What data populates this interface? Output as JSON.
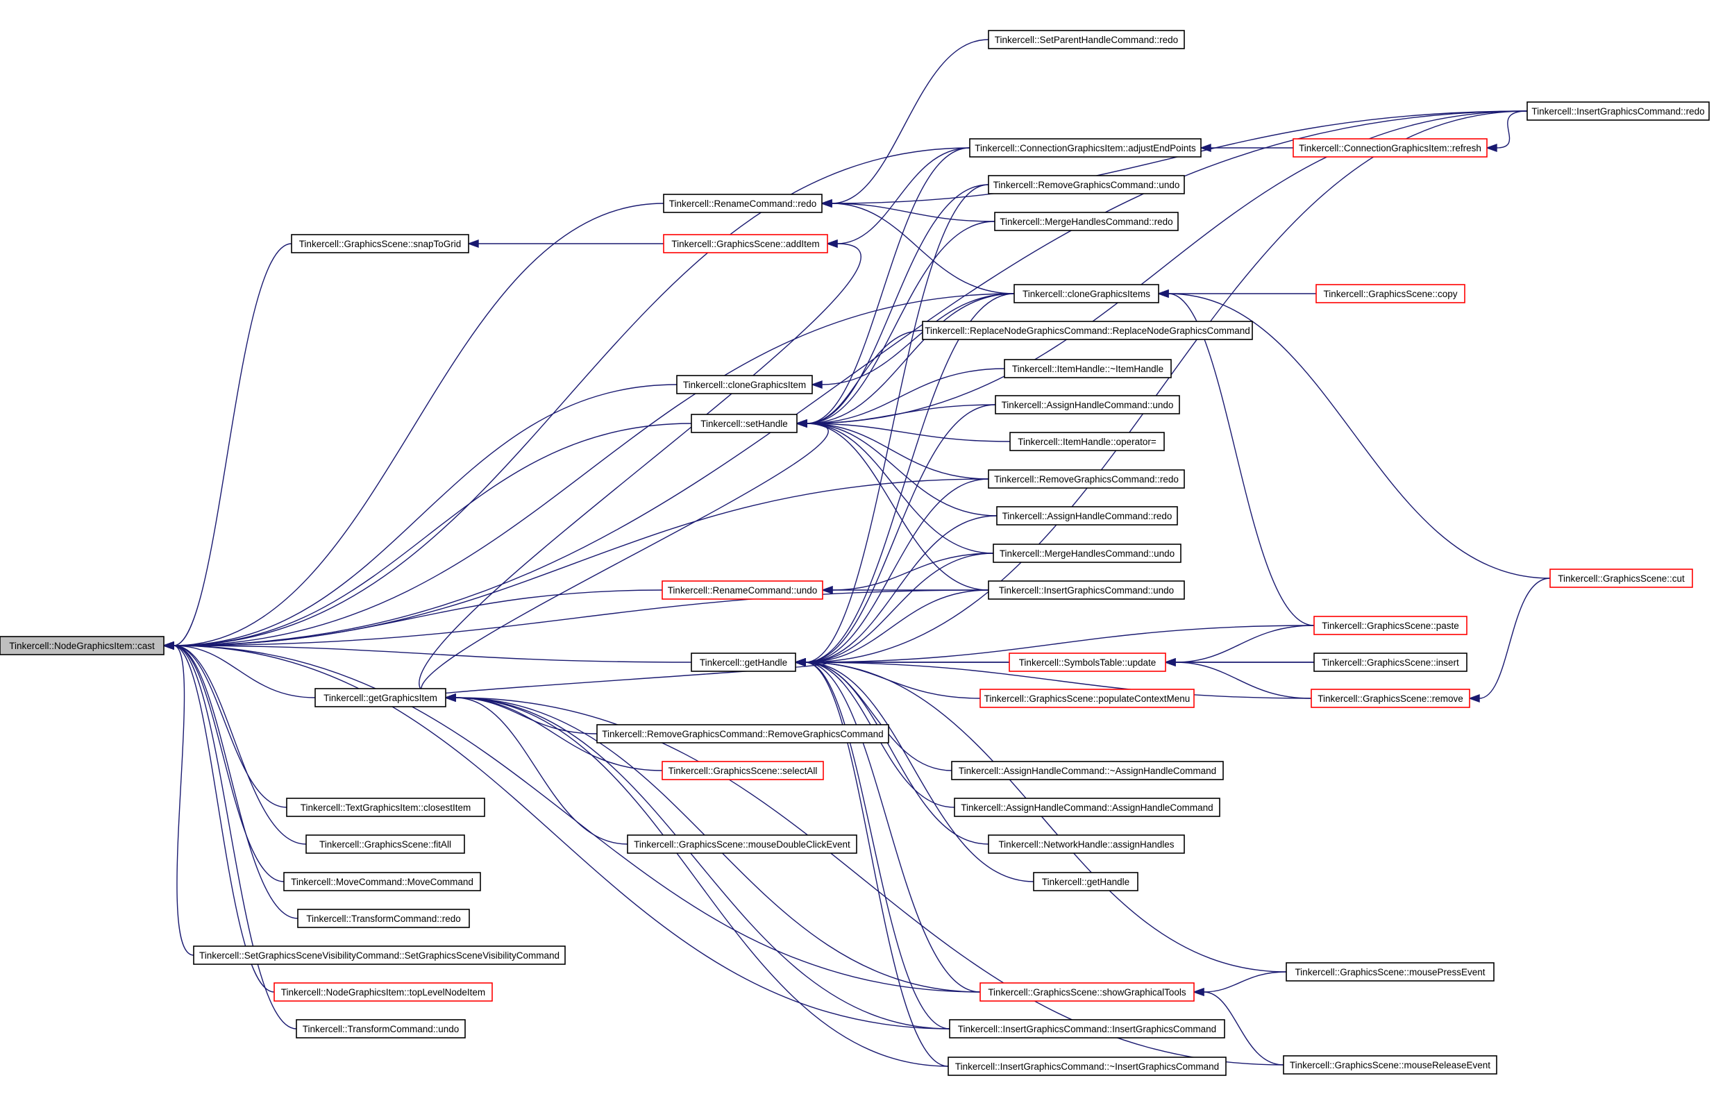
{
  "colors": {
    "edge": "#191970",
    "node_border_black": "#000000",
    "node_border_red": "#ff0000",
    "root_fill": "#bfbfbf",
    "node_fill": "#ffffff"
  },
  "nodes": [
    {
      "id": "cast",
      "label": "Tinkercell::NodeGraphicsItem::cast",
      "border": "black",
      "root": true
    },
    {
      "id": "snapToGrid",
      "label": "Tinkercell::GraphicsScene::snapToGrid",
      "border": "black"
    },
    {
      "id": "renameRedo",
      "label": "Tinkercell::RenameCommand::redo",
      "border": "black"
    },
    {
      "id": "addItem",
      "label": "Tinkercell::GraphicsScene::addItem",
      "border": "red"
    },
    {
      "id": "cloneGraphicsItem",
      "label": "Tinkercell::cloneGraphicsItem",
      "border": "black"
    },
    {
      "id": "setHandle",
      "label": "Tinkercell::setHandle",
      "border": "black"
    },
    {
      "id": "renameUndo",
      "label": "Tinkercell::RenameCommand::undo",
      "border": "red"
    },
    {
      "id": "getHandle",
      "label": "Tinkercell::getHandle",
      "border": "black"
    },
    {
      "id": "getGraphicsItem",
      "label": "Tinkercell::getGraphicsItem",
      "border": "black"
    },
    {
      "id": "removeGfxCtor",
      "label": "Tinkercell::RemoveGraphicsCommand::RemoveGraphicsCommand",
      "border": "black"
    },
    {
      "id": "selectAll",
      "label": "Tinkercell::GraphicsScene::selectAll",
      "border": "red"
    },
    {
      "id": "mouseDblClick",
      "label": "Tinkercell::GraphicsScene::mouseDoubleClickEvent",
      "border": "black"
    },
    {
      "id": "closestItem",
      "label": "Tinkercell::TextGraphicsItem::closestItem",
      "border": "black"
    },
    {
      "id": "fitAll",
      "label": "Tinkercell::GraphicsScene::fitAll",
      "border": "black"
    },
    {
      "id": "moveCtor",
      "label": "Tinkercell::MoveCommand::MoveCommand",
      "border": "black"
    },
    {
      "id": "transformRedo",
      "label": "Tinkercell::TransformCommand::redo",
      "border": "black"
    },
    {
      "id": "setVisCtor",
      "label": "Tinkercell::SetGraphicsSceneVisibilityCommand::SetGraphicsSceneVisibilityCommand",
      "border": "black"
    },
    {
      "id": "topLevelNode",
      "label": "Tinkercell::NodeGraphicsItem::topLevelNodeItem",
      "border": "red"
    },
    {
      "id": "transformUndo",
      "label": "Tinkercell::TransformCommand::undo",
      "border": "black"
    },
    {
      "id": "setParentRedo",
      "label": "Tinkercell::SetParentHandleCommand::redo",
      "border": "black"
    },
    {
      "id": "adjustEndPoints",
      "label": "Tinkercell::ConnectionGraphicsItem::adjustEndPoints",
      "border": "black"
    },
    {
      "id": "removeGfxUndo",
      "label": "Tinkercell::RemoveGraphicsCommand::undo",
      "border": "black"
    },
    {
      "id": "mergeRedo",
      "label": "Tinkercell::MergeHandlesCommand::redo",
      "border": "black"
    },
    {
      "id": "cloneGraphicsItems",
      "label": "Tinkercell::cloneGraphicsItems",
      "border": "black"
    },
    {
      "id": "replaceNodeCtor",
      "label": "Tinkercell::ReplaceNodeGraphicsCommand::ReplaceNodeGraphicsCommand",
      "border": "black"
    },
    {
      "id": "itemHandleDtor",
      "label": "Tinkercell::ItemHandle::~ItemHandle",
      "border": "black"
    },
    {
      "id": "assignUndo",
      "label": "Tinkercell::AssignHandleCommand::undo",
      "border": "black"
    },
    {
      "id": "itemHandleAssign",
      "label": "Tinkercell::ItemHandle::operator=",
      "border": "black"
    },
    {
      "id": "removeGfxRedo",
      "label": "Tinkercell::RemoveGraphicsCommand::redo",
      "border": "black"
    },
    {
      "id": "assignRedo",
      "label": "Tinkercell::AssignHandleCommand::redo",
      "border": "black"
    },
    {
      "id": "mergeUndo",
      "label": "Tinkercell::MergeHandlesCommand::undo",
      "border": "black"
    },
    {
      "id": "insertUndo",
      "label": "Tinkercell::InsertGraphicsCommand::undo",
      "border": "black"
    },
    {
      "id": "symbolsUpdate",
      "label": "Tinkercell::SymbolsTable::update",
      "border": "red"
    },
    {
      "id": "populateCtx",
      "label": "Tinkercell::GraphicsScene::populateContextMenu",
      "border": "red"
    },
    {
      "id": "assignDtor",
      "label": "Tinkercell::AssignHandleCommand::~AssignHandleCommand",
      "border": "black"
    },
    {
      "id": "assignCtor",
      "label": "Tinkercell::AssignHandleCommand::AssignHandleCommand",
      "border": "black"
    },
    {
      "id": "assignHandles",
      "label": "Tinkercell::NetworkHandle::assignHandles",
      "border": "black"
    },
    {
      "id": "getHandle2",
      "label": "Tinkercell::getHandle",
      "border": "black"
    },
    {
      "id": "showGfxTools",
      "label": "Tinkercell::GraphicsScene::showGraphicalTools",
      "border": "red"
    },
    {
      "id": "insertCtor",
      "label": "Tinkercell::InsertGraphicsCommand::InsertGraphicsCommand",
      "border": "black"
    },
    {
      "id": "insertDtor",
      "label": "Tinkercell::InsertGraphicsCommand::~InsertGraphicsCommand",
      "border": "black"
    },
    {
      "id": "insertRedo",
      "label": "Tinkercell::InsertGraphicsCommand::redo",
      "border": "black"
    },
    {
      "id": "connRefresh",
      "label": "Tinkercell::ConnectionGraphicsItem::refresh",
      "border": "red"
    },
    {
      "id": "sceneCopy",
      "label": "Tinkercell::GraphicsScene::copy",
      "border": "red"
    },
    {
      "id": "sceneCut",
      "label": "Tinkercell::GraphicsScene::cut",
      "border": "red"
    },
    {
      "id": "scenePaste",
      "label": "Tinkercell::GraphicsScene::paste",
      "border": "red"
    },
    {
      "id": "sceneInsert",
      "label": "Tinkercell::GraphicsScene::insert",
      "border": "black"
    },
    {
      "id": "sceneRemove",
      "label": "Tinkercell::GraphicsScene::remove",
      "border": "red"
    },
    {
      "id": "mousePress",
      "label": "Tinkercell::GraphicsScene::mousePressEvent",
      "border": "black"
    },
    {
      "id": "mouseRelease",
      "label": "Tinkercell::GraphicsScene::mouseReleaseEvent",
      "border": "black"
    }
  ],
  "edges": [
    [
      "cast",
      "insertRedo"
    ],
    [
      "cast",
      "renameRedo"
    ],
    [
      "cast",
      "snapToGrid"
    ],
    [
      "cast",
      "adjustEndPoints"
    ],
    [
      "cast",
      "cloneGraphicsItems"
    ],
    [
      "cast",
      "cloneGraphicsItem"
    ],
    [
      "cast",
      "setHandle"
    ],
    [
      "cast",
      "removeGfxRedo"
    ],
    [
      "cast",
      "renameUndo"
    ],
    [
      "cast",
      "insertUndo"
    ],
    [
      "cast",
      "getHandle"
    ],
    [
      "cast",
      "getGraphicsItem"
    ],
    [
      "cast",
      "showGfxTools"
    ],
    [
      "cast",
      "insertCtor"
    ],
    [
      "cast",
      "closestItem"
    ],
    [
      "cast",
      "fitAll"
    ],
    [
      "cast",
      "moveCtor"
    ],
    [
      "cast",
      "transformRedo"
    ],
    [
      "cast",
      "setVisCtor"
    ],
    [
      "cast",
      "topLevelNode"
    ],
    [
      "cast",
      "transformUndo"
    ],
    [
      "snapToGrid",
      "addItem"
    ],
    [
      "renameRedo",
      "setParentRedo"
    ],
    [
      "renameRedo",
      "insertRedo"
    ],
    [
      "renameRedo",
      "mergeRedo"
    ],
    [
      "renameRedo",
      "cloneGraphicsItems"
    ],
    [
      "addItem",
      "adjustEndPoints"
    ],
    [
      "addItem",
      "getGraphicsItem"
    ],
    [
      "cloneGraphicsItem",
      "cloneGraphicsItems"
    ],
    [
      "setHandle",
      "getGraphicsItem"
    ],
    [
      "setHandle",
      "adjustEndPoints"
    ],
    [
      "setHandle",
      "removeGfxUndo"
    ],
    [
      "setHandle",
      "mergeRedo"
    ],
    [
      "setHandle",
      "cloneGraphicsItems"
    ],
    [
      "setHandle",
      "replaceNodeCtor"
    ],
    [
      "setHandle",
      "itemHandleDtor"
    ],
    [
      "setHandle",
      "assignUndo"
    ],
    [
      "setHandle",
      "itemHandleAssign"
    ],
    [
      "setHandle",
      "removeGfxRedo"
    ],
    [
      "setHandle",
      "assignRedo"
    ],
    [
      "setHandle",
      "mergeUndo"
    ],
    [
      "setHandle",
      "insertUndo"
    ],
    [
      "setHandle",
      "insertRedo"
    ],
    [
      "renameUndo",
      "mergeUndo"
    ],
    [
      "renameUndo",
      "insertUndo"
    ],
    [
      "getHandle",
      "getGraphicsItem"
    ],
    [
      "getHandle",
      "insertRedo"
    ],
    [
      "getHandle",
      "removeGfxUndo"
    ],
    [
      "getHandle",
      "cloneGraphicsItems"
    ],
    [
      "getHandle",
      "assignUndo"
    ],
    [
      "getHandle",
      "removeGfxRedo"
    ],
    [
      "getHandle",
      "assignRedo"
    ],
    [
      "getHandle",
      "mergeUndo"
    ],
    [
      "getHandle",
      "insertUndo"
    ],
    [
      "getHandle",
      "scenePaste"
    ],
    [
      "getHandle",
      "symbolsUpdate"
    ],
    [
      "getHandle",
      "populateCtx"
    ],
    [
      "getHandle",
      "sceneInsert"
    ],
    [
      "getHandle",
      "assignDtor"
    ],
    [
      "getHandle",
      "assignCtor"
    ],
    [
      "getHandle",
      "assignHandles"
    ],
    [
      "getHandle",
      "getHandle2"
    ],
    [
      "getHandle",
      "sceneRemove"
    ],
    [
      "getHandle",
      "showGfxTools"
    ],
    [
      "getHandle",
      "mousePress"
    ],
    [
      "getHandle",
      "insertCtor"
    ],
    [
      "getHandle",
      "insertDtor"
    ],
    [
      "getGraphicsItem",
      "removeGfxCtor"
    ],
    [
      "getGraphicsItem",
      "selectAll"
    ],
    [
      "getGraphicsItem",
      "mouseDblClick"
    ],
    [
      "getGraphicsItem",
      "insertCtor"
    ],
    [
      "getGraphicsItem",
      "mouseRelease"
    ],
    [
      "getGraphicsItem",
      "showGfxTools"
    ],
    [
      "getGraphicsItem",
      "insertDtor"
    ],
    [
      "adjustEndPoints",
      "connRefresh"
    ],
    [
      "connRefresh",
      "insertRedo"
    ],
    [
      "cloneGraphicsItems",
      "sceneCopy"
    ],
    [
      "cloneGraphicsItems",
      "sceneCut"
    ],
    [
      "cloneGraphicsItems",
      "scenePaste"
    ],
    [
      "symbolsUpdate",
      "scenePaste"
    ],
    [
      "symbolsUpdate",
      "sceneInsert"
    ],
    [
      "symbolsUpdate",
      "sceneRemove"
    ],
    [
      "sceneRemove",
      "sceneCut"
    ],
    [
      "showGfxTools",
      "mousePress"
    ],
    [
      "showGfxTools",
      "mouseRelease"
    ]
  ]
}
